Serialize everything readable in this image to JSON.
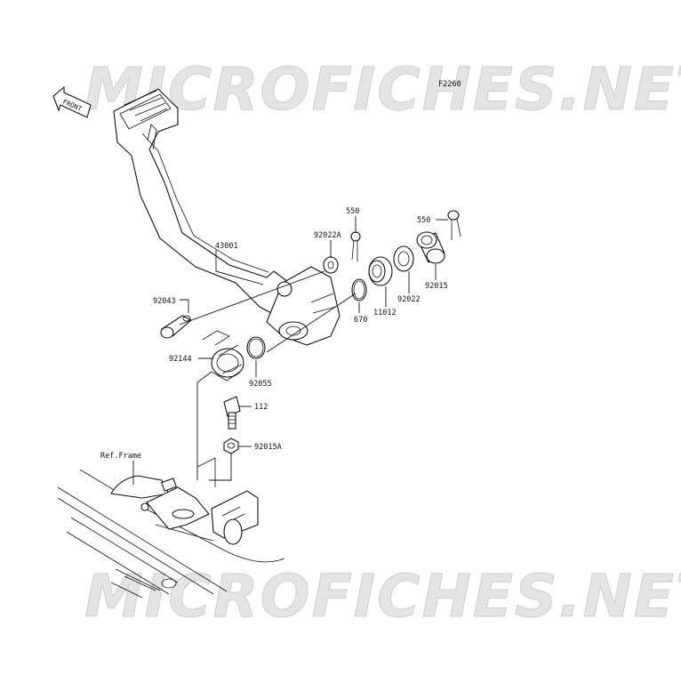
{
  "figure_code": "F2260",
  "watermark_text": "MICROFICHES.NET",
  "front_arrow_label": "FRONT",
  "reference_label": "Ref.Frame",
  "part_labels": {
    "p43001": "43001",
    "p550_a": "550",
    "p550_b": "550",
    "p92022A": "92022A",
    "p92043": "92043",
    "p670": "670",
    "p11012": "11012",
    "p92022": "92022",
    "p92015": "92015",
    "p92144": "92144",
    "p92055": "92055",
    "p112": "112",
    "p92015A": "92015A"
  }
}
